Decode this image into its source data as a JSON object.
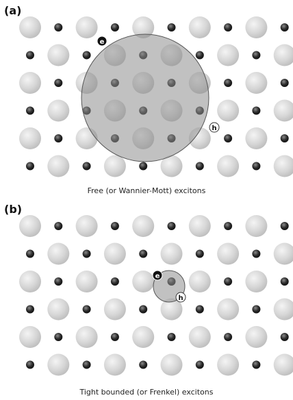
{
  "panels": [
    {
      "label": "(a)",
      "caption": "Free (or Wannier-Mott) excitons",
      "electron_label": "e",
      "hole_label": "h"
    },
    {
      "label": "(b)",
      "caption": "Tight bounded (or Frenkel) excitons",
      "electron_label": "e",
      "hole_label": "h"
    }
  ],
  "colors": {
    "large_ion": "#d4d4d4",
    "small_ion": "#222222",
    "exciton_fill": "#9a9a9a",
    "exciton_stroke": "#555555"
  }
}
